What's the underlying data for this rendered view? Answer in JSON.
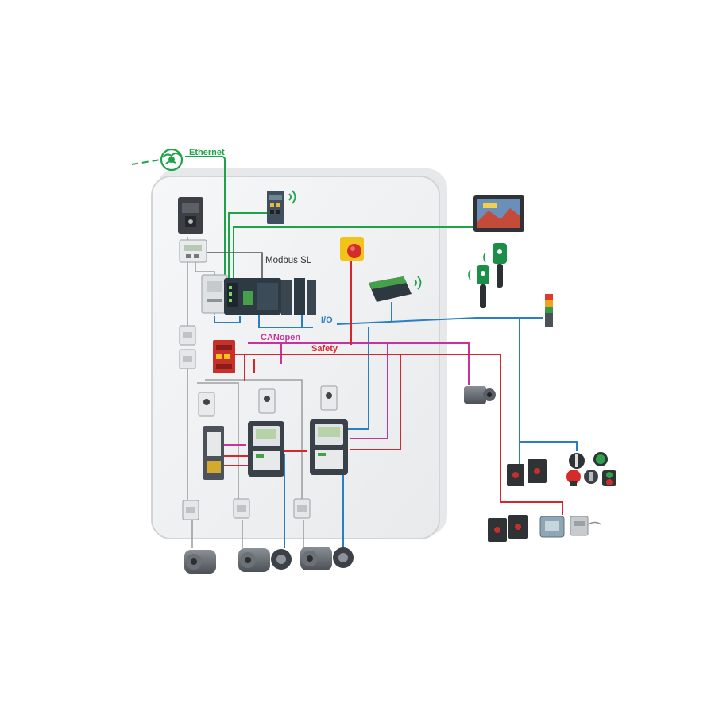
{
  "labels": {
    "ethernet": "Ethernet",
    "modbus": "Modbus SL",
    "io": "I/O",
    "canopen": "CANopen",
    "safety": "Safety"
  },
  "colors": {
    "ethernet": "#1fa34a",
    "modbus": "#444444",
    "io": "#2a7fc4",
    "canopen": "#c8329b",
    "safety": "#d7262b",
    "power": "#9a9a9a",
    "cabinet_fill": "#f1f2f3",
    "cabinet_stroke": "#d6d8da"
  },
  "icons": {
    "cloud": "globe-cloud-icon",
    "wireless": "wireless-signal-icon"
  }
}
